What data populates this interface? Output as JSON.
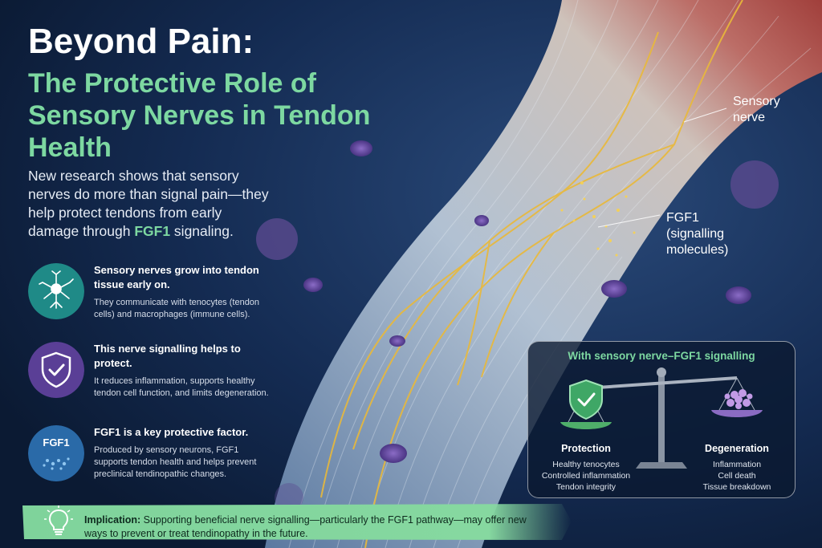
{
  "header": {
    "title_line1": "Beyond Pain:",
    "title_line2": "The Protective Role of Sensory Nerves in Tendon Health"
  },
  "intro": {
    "text_before": "New research shows that sensory nerves do more than signal pain—they help protect tendons from early damage through ",
    "highlight": "FGF1",
    "text_after": " signaling."
  },
  "points": [
    {
      "icon": "neuron-icon",
      "title": "Sensory nerves grow into tendon tissue early on.",
      "body": "They communicate with tenocytes (tendon cells) and macrophages (immune cells)."
    },
    {
      "icon": "shield-check-icon",
      "title": "This nerve signalling helps to protect.",
      "body": "It reduces inflammation, supports healthy tendon cell function, and limits degeneration."
    },
    {
      "icon": "fgf1-molecules-icon",
      "icon_label": "FGF1",
      "title": "FGF1 is a key protective factor.",
      "body": "Produced by sensory neurons, FGF1 supports tendon health and helps prevent preclinical tendinopathic changes."
    }
  ],
  "callouts": {
    "sensory_nerve_line1": "Sensory",
    "sensory_nerve_line2": "nerve",
    "fgf1_line1": "FGF1",
    "fgf1_line2": "(signalling",
    "fgf1_line3": "molecules)"
  },
  "balance_panel": {
    "title": "With sensory nerve–FGF1 signalling",
    "left": {
      "title": "Protection",
      "items": [
        "Healthy tenocytes",
        "Controlled inflammation",
        "Tendon integrity"
      ]
    },
    "right": {
      "title": "Degeneration",
      "items": [
        "Inflammation",
        "Cell death",
        "Tissue breakdown"
      ]
    }
  },
  "banner": {
    "label": "Implication:",
    "text": " Supporting beneficial nerve signalling—particularly the FGF1 pathway—may offer new ways to prevent or treat tendinopathy in the future."
  },
  "colors": {
    "accent_green": "#7dd8a1",
    "background_navy": "#0f2140",
    "nerve_yellow": "#e9b93a",
    "muscle_red": "#b3473f",
    "cell_purple": "#6b4aa3"
  }
}
